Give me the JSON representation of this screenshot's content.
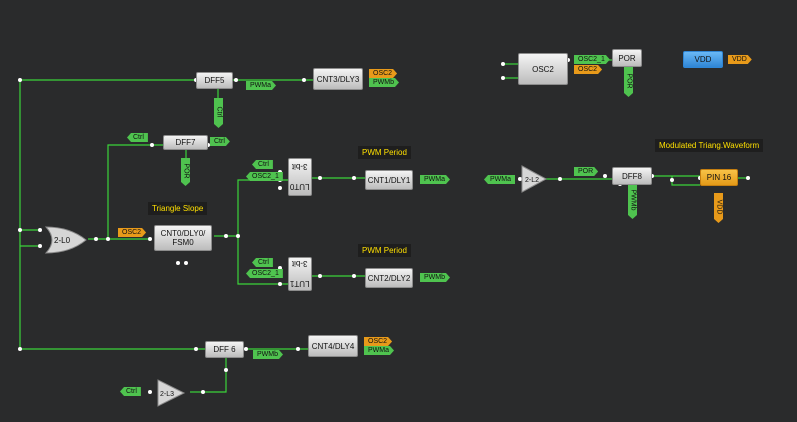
{
  "blocks": {
    "dff5": "DFF5",
    "cnt3": "CNT3/DLY3",
    "dff7": "DFF7",
    "cnt0_line1": "CNT0/DLY0/",
    "cnt0_line2": "FSM0",
    "lut0_line1": "3-bit",
    "lut0_line2": "LUT0",
    "cnt1": "CNT1/DLY1",
    "lut1_line1": "3-bit",
    "lut1_line2": "LUT1",
    "cnt2": "CNT2/DLY2",
    "dff6": "DFF 6",
    "cnt4": "CNT4/DLY4",
    "osc2": "OSC2",
    "por": "POR",
    "vdd": "VDD",
    "dff8": "DFF8",
    "pin16": "PIN 16"
  },
  "gates": {
    "or": "2-L0",
    "l2": "2-L2",
    "l3": "2-L3"
  },
  "labels": {
    "pwma": "PWMa",
    "pwmb": "PWMb",
    "osc2": "OSC2",
    "ctrl": "Ctrl",
    "por": "POR",
    "osc2_1": "OSC2_1",
    "vdd": "VDD"
  },
  "notes": {
    "triangle_slope": "Triangle Slope",
    "pwm_period_1": "PWM Period",
    "pwm_period_2": "PWM Period",
    "modulated": "Modulated Triang.Waveform"
  },
  "colors": {
    "background": "#2a2b2c",
    "wire": "#3ad43a",
    "signal_green": "#4fc34f",
    "signal_orange": "#e89a1a",
    "vdd_blue": "#3a98e8",
    "note_text": "#ffe000"
  }
}
